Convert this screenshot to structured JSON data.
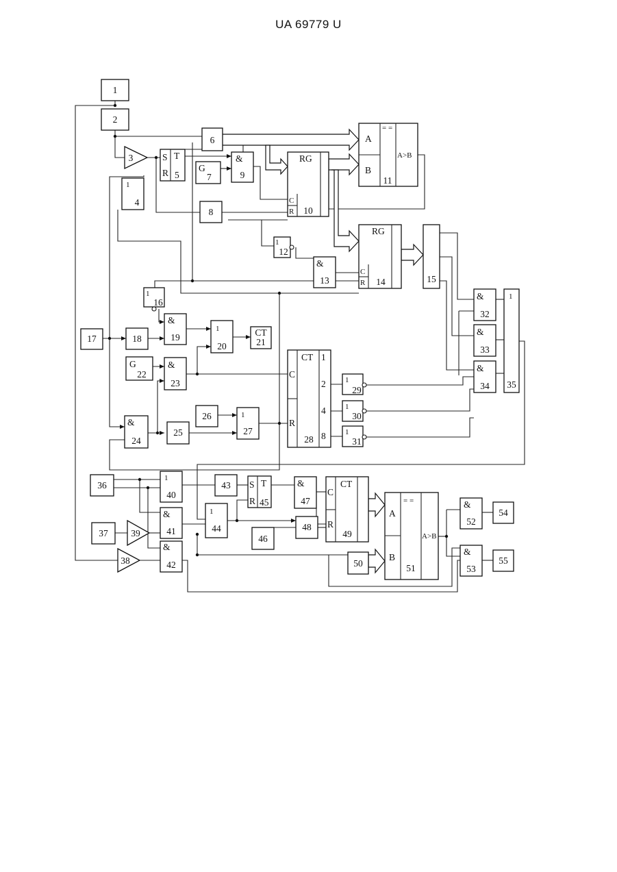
{
  "header": {
    "text": "UA   69779   U"
  },
  "labels": {
    "b1": "1",
    "b2": "2",
    "b3": "3",
    "b4_sym": "1",
    "b4": "4",
    "b5_s": "S",
    "b5_r": "R",
    "b5_t": "T",
    "b5": "5",
    "b6": "6",
    "b7_g": "G",
    "b7": "7",
    "b8": "8",
    "b9_and": "&",
    "b9": "9",
    "b10_rg": "RG",
    "b10_c": "C",
    "b10_r": "R",
    "b10": "10",
    "b11_a": "A",
    "b11_b": "B",
    "b11_eq": "= =",
    "b11_gt": "A>B",
    "b11": "11",
    "b12_sym": "1",
    "b12": "12",
    "b13_and": "&",
    "b13": "13",
    "b14_rg": "RG",
    "b14_c": "C",
    "b14_r": "R",
    "b14": "14",
    "b15": "15",
    "b16_sym": "1",
    "b16": "16",
    "b17": "17",
    "b18": "18",
    "b19_and": "&",
    "b19": "19",
    "b20_sym": "1",
    "b20": "20",
    "b21_ct": "CT",
    "b21": "21",
    "b22_g": "G",
    "b22": "22",
    "b23_and": "&",
    "b23": "23",
    "b24_and": "&",
    "b24": "24",
    "b25": "25",
    "b26": "26",
    "b27_sym": "1",
    "b27": "27",
    "b28_ct": "CT",
    "b28_c": "C",
    "b28_r": "R",
    "b28_o1": "1",
    "b28_o2": "2",
    "b28_o4": "4",
    "b28_o8": "8",
    "b28": "28",
    "b29_sym": "1",
    "b29": "29",
    "b30_sym": "1",
    "b30": "30",
    "b31_sym": "1",
    "b31": "31",
    "b32_and": "&",
    "b32": "32",
    "b33_and": "&",
    "b33": "33",
    "b34_and": "&",
    "b34": "34",
    "b35_sym": "1",
    "b35": "35",
    "b36": "36",
    "b37": "37",
    "b38": "38",
    "b39": "39",
    "b40_sym": "1",
    "b40": "40",
    "b41_and": "&",
    "b41": "41",
    "b42_and": "&",
    "b42": "42",
    "b43": "43",
    "b44_sym": "1",
    "b44": "44",
    "b45_s": "S",
    "b45_r": "R",
    "b45_t": "T",
    "b45": "45",
    "b46": "46",
    "b47_and": "&",
    "b47": "47",
    "b48": "48",
    "b49_ct": "CT",
    "b49_c": "C",
    "b49_r": "R",
    "b49": "49",
    "b50": "50",
    "b51_a": "A",
    "b51_b": "B",
    "b51_eq": "= =",
    "b51_gt": "A>B",
    "b51": "51",
    "b52_and": "&",
    "b52": "52",
    "b53_and": "&",
    "b53": "53",
    "b54": "54",
    "b55": "55"
  }
}
